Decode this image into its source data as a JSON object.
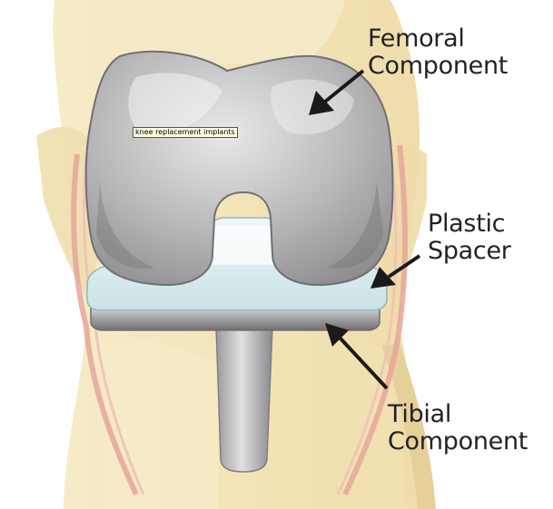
{
  "labels": {
    "femoral": [
      "Femoral",
      "Component"
    ],
    "plastic": [
      "Plastic",
      "Spacer"
    ],
    "tibial": [
      "Tibial",
      "Component"
    ]
  },
  "tooltip": "knee replacement implants",
  "colors": {
    "bone": "#f3e7bf",
    "bone_shadow": "#e2cf97",
    "ligament": "#e8a9a0",
    "metal": "#a9a9aa",
    "plastic": "#d6ecee",
    "arrow": "#1a1a1a"
  }
}
